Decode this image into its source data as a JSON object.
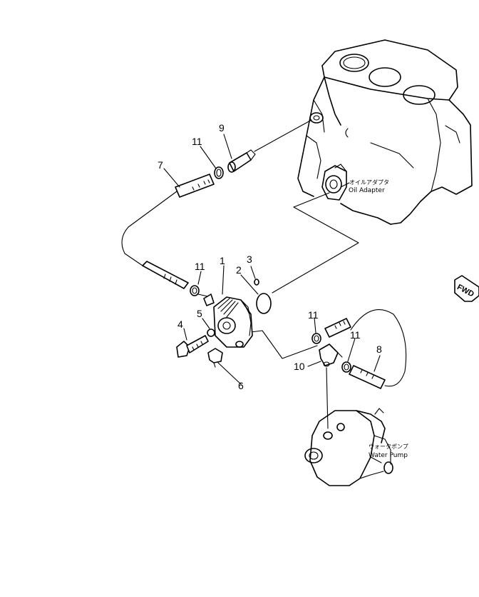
{
  "parts": [
    {
      "id": "part-1",
      "number": "1"
    },
    {
      "id": "part-2",
      "number": "2"
    },
    {
      "id": "part-3",
      "number": "3"
    },
    {
      "id": "part-4",
      "number": "4"
    },
    {
      "id": "part-5",
      "number": "5"
    },
    {
      "id": "part-6",
      "number": "6"
    },
    {
      "id": "part-7",
      "number": "7"
    },
    {
      "id": "part-8",
      "number": "8"
    },
    {
      "id": "part-9",
      "number": "9"
    },
    {
      "id": "part-10",
      "number": "10"
    },
    {
      "id": "part-11a",
      "number": "11"
    },
    {
      "id": "part-11b",
      "number": "11"
    },
    {
      "id": "part-11c",
      "number": "11"
    },
    {
      "id": "part-11d",
      "number": "11"
    }
  ],
  "labels": {
    "oil_adapter_jp": "オイルアダプタ",
    "oil_adapter_en": "Oil Adapter",
    "water_pump_jp": "ウォータポンプ",
    "water_pump_en": "Water Pump",
    "fwd": "FWD"
  }
}
